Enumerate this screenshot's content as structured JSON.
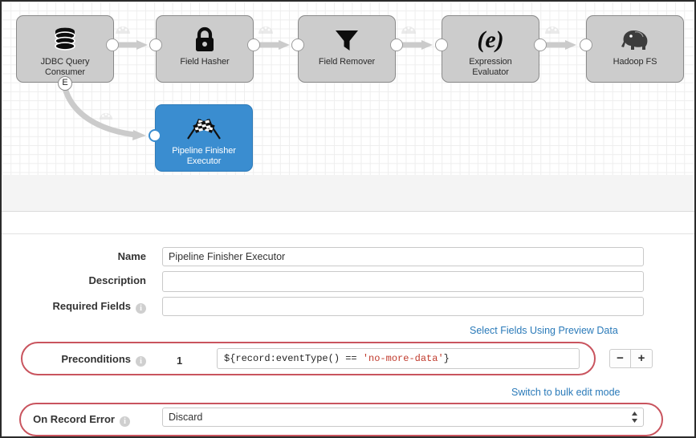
{
  "canvas": {
    "stages": [
      {
        "id": "jdbc-query-consumer",
        "label": "JDBC Query\nConsumer",
        "icon": "database-icon",
        "selected": false,
        "event_badge": "E"
      },
      {
        "id": "field-hasher",
        "label": "Field Hasher",
        "icon": "lock-icon",
        "selected": false
      },
      {
        "id": "field-remover",
        "label": "Field Remover",
        "icon": "funnel-icon",
        "selected": false
      },
      {
        "id": "expression-evaluator",
        "label": "Expression\nEvaluator",
        "icon": "expression-e-icon",
        "selected": false
      },
      {
        "id": "hadoop-fs",
        "label": "Hadoop FS",
        "icon": "elephant-icon",
        "selected": false
      },
      {
        "id": "pipeline-finisher-executor",
        "label": "Pipeline Finisher\nExecutor",
        "icon": "checkered-flags-icon",
        "selected": true
      }
    ],
    "selected_color": "#3a8dd0",
    "stage_color": "#cccccc"
  },
  "form": {
    "name": {
      "label": "Name",
      "value": "Pipeline Finisher Executor"
    },
    "description": {
      "label": "Description",
      "value": ""
    },
    "required_fields": {
      "label": "Required Fields",
      "value": "",
      "info": "i"
    },
    "select_fields_link": "Select Fields Using Preview Data",
    "preconditions": {
      "label": "Preconditions",
      "info": "i",
      "index": "1",
      "expression_prefix": "${record:eventType() == ",
      "expression_string": "'no-more-data'",
      "expression_suffix": "}",
      "remove_label": "−",
      "add_label": "+"
    },
    "bulk_edit_link": "Switch to bulk edit mode",
    "on_record_error": {
      "label": "On Record Error",
      "info": "i",
      "value": "Discard"
    }
  },
  "colors": {
    "link_blue": "#2a7ab9",
    "annotation_red": "#c9545e",
    "expression_string_red": "#c0392b"
  }
}
